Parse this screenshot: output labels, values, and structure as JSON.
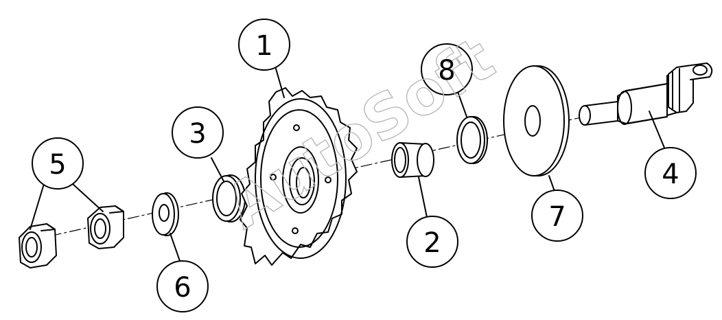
{
  "diagram": {
    "callouts": [
      "1",
      "2",
      "3",
      "4",
      "5",
      "6",
      "7",
      "8"
    ],
    "watermark": "AutoSoft"
  },
  "colors": {
    "line": "#000000",
    "watermark": "#b9b9b9",
    "background": "#ffffff"
  }
}
